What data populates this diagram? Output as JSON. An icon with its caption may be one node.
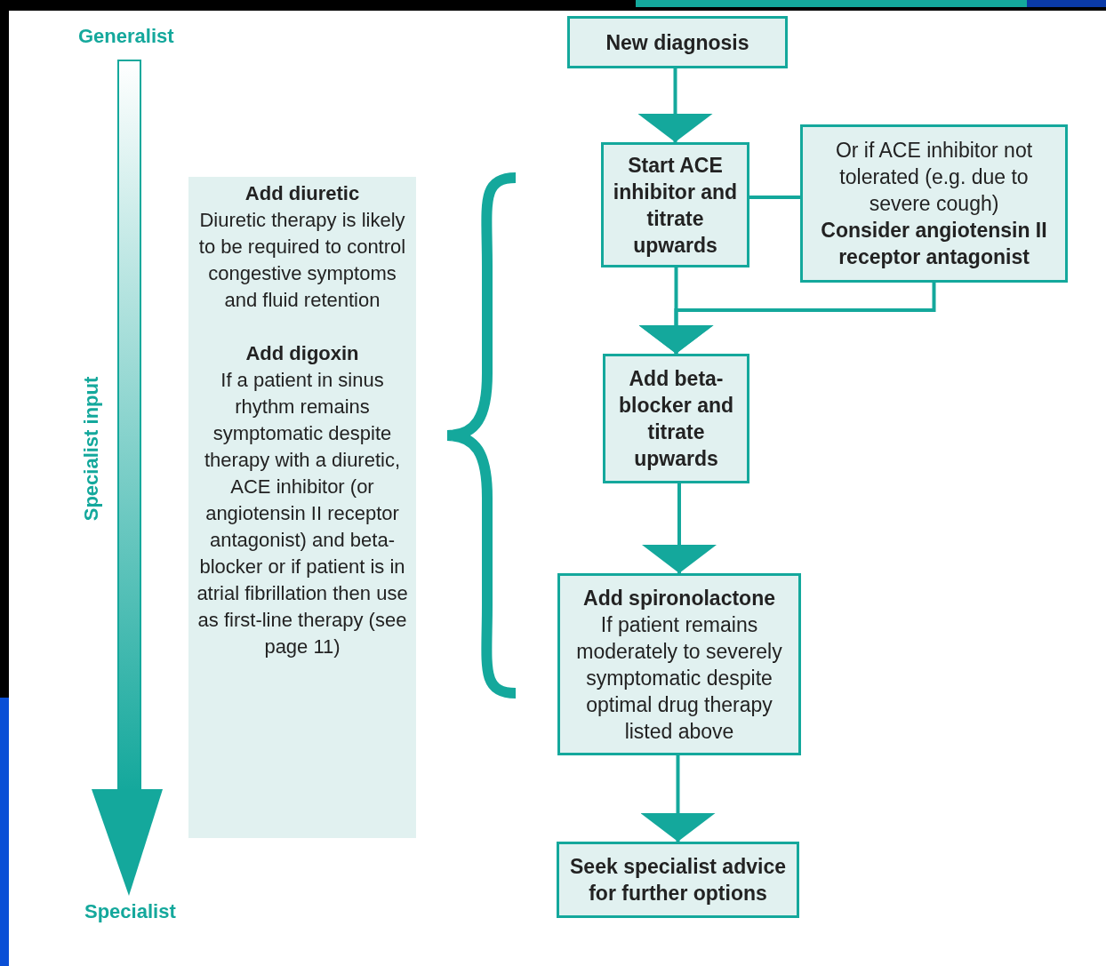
{
  "diagram": {
    "nodes": [
      {
        "text": [
          "New diagnosis"
        ]
      },
      {
        "text": [
          "Start ACE inhibitor and titrate upwards"
        ]
      },
      {
        "text": [
          "Or if ACE inhibitor not tolerated (e.g. due to severe cough)",
          "Consider angiotensin II receptor antagonist"
        ]
      },
      {
        "text": [
          "Add beta-blocker and titrate upwards"
        ]
      },
      {
        "text": [
          "Add spironolactone",
          "If patient remains moderately to severely symptomatic despite optimal drug therapy listed above"
        ]
      },
      {
        "text": [
          "Seek specialist advice for further options"
        ]
      },
      {
        "text": [
          "Add diuretic",
          "Diuretic therapy is likely to be required to control congestive symptoms and fluid retention",
          "Add digoxin",
          "If a patient in sinus rhythm remains symptomatic despite therapy with a diuretic, ACE inhibitor (or angiotensin II receptor antagonist) and beta-blocker or if patient is in atrial fibrillation then use as first-line therapy (see page 11)"
        ]
      }
    ],
    "edges": [
      {
        "from": 0,
        "to": 1,
        "arrow": "to"
      },
      {
        "from": 1,
        "to": 2,
        "arrow": "none"
      },
      {
        "from": 1,
        "to": 3,
        "arrow": "to"
      },
      {
        "from": 2,
        "to": 3,
        "arrow": "to"
      },
      {
        "from": 3,
        "to": 4,
        "arrow": "to"
      },
      {
        "from": 4,
        "to": 5,
        "arrow": "to"
      }
    ],
    "labels": [
      "Generalist",
      "Specialist input",
      "Specialist"
    ]
  }
}
